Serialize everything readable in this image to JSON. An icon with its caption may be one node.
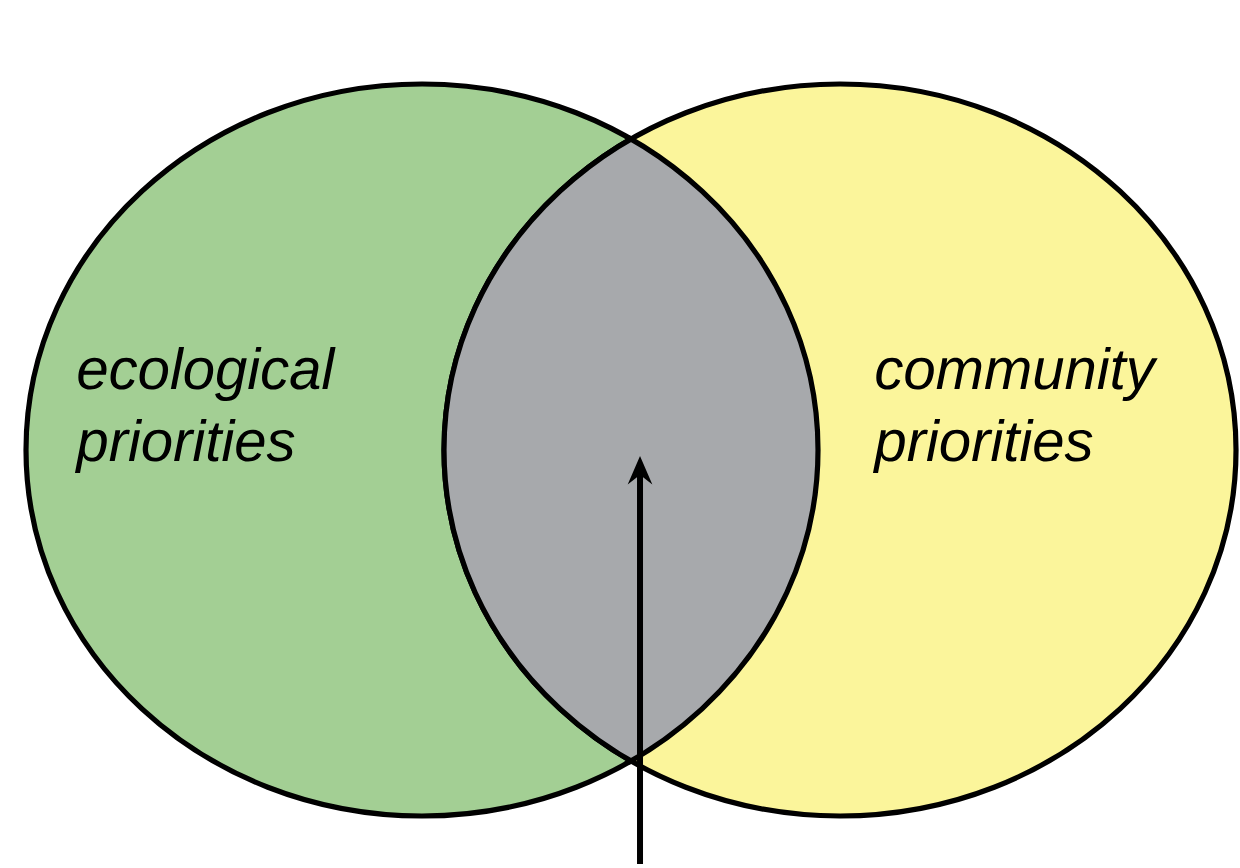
{
  "diagram": {
    "nodes": [
      {
        "text": [
          "ecological priorities"
        ]
      },
      {
        "text": [
          "community priorities"
        ]
      },
      {
        "text": [],
        "shape": "lens"
      }
    ],
    "edges": [
      {
        "from": null,
        "to": 2,
        "arrow": "to"
      }
    ]
  }
}
